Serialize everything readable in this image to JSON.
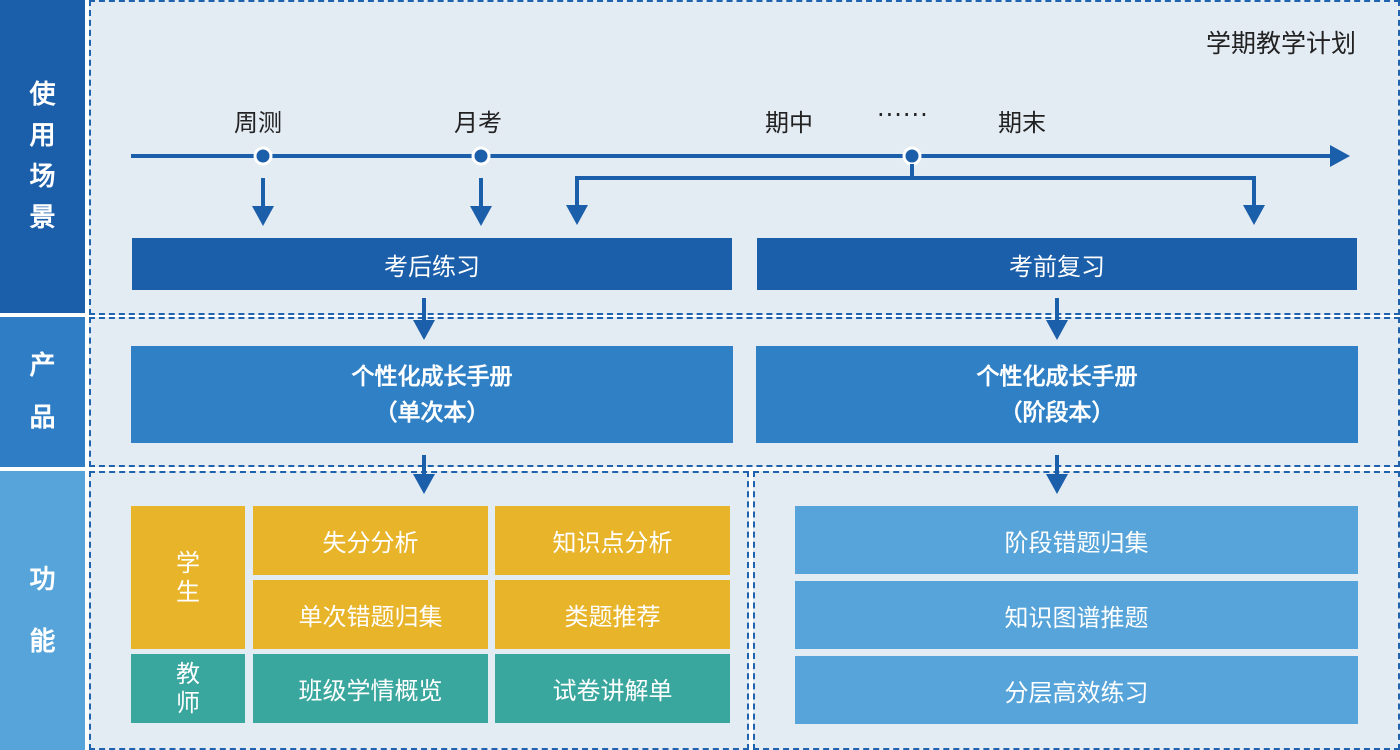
{
  "sidebar": {
    "scene": [
      "使",
      "用",
      "场",
      "景"
    ],
    "product": [
      "产",
      "品"
    ],
    "feature": [
      "功",
      "能"
    ]
  },
  "timeline": {
    "plan_title": "学期教学计划",
    "weekly": "周测",
    "monthly": "月考",
    "midterm": "期中",
    "ellipsis": "······",
    "final": "期末"
  },
  "scenes": {
    "after_exam": "考后练习",
    "before_exam": "考前复习"
  },
  "products": {
    "single": {
      "line1": "个性化成长手册",
      "line2": "（单次本）"
    },
    "stage": {
      "line1": "个性化成长手册",
      "line2": "（阶段本）"
    }
  },
  "features": {
    "student_label": [
      "学",
      "生"
    ],
    "teacher_label": [
      "教",
      "师"
    ],
    "score_loss": "失分分析",
    "knowledge_point": "知识点分析",
    "single_mistakes": "单次错题归集",
    "similar_questions": "类题推荐",
    "class_overview": "班级学情概览",
    "paper_explanation": "试卷讲解单",
    "stage_mistakes": "阶段错题归集",
    "knowledge_graph": "知识图谱推题",
    "layered_practice": "分层高效练习"
  },
  "colors": {
    "dark_blue": "#1b5ea9",
    "mid_blue": "#3080c6",
    "light_blue": "#56a4d9",
    "yellow": "#e8b42a",
    "teal": "#3aa79f",
    "zone_bg": "#e3ebf3"
  }
}
